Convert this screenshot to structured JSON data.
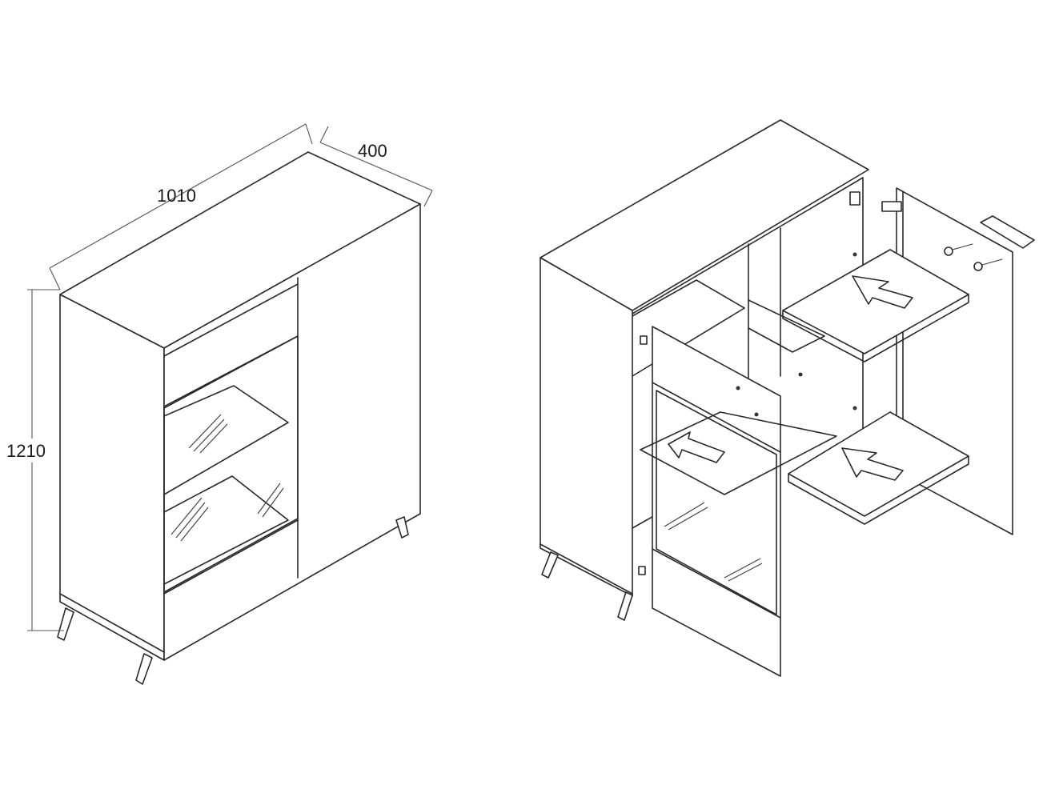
{
  "dimensions": {
    "width": "1010",
    "depth": "400",
    "height": "1210"
  }
}
